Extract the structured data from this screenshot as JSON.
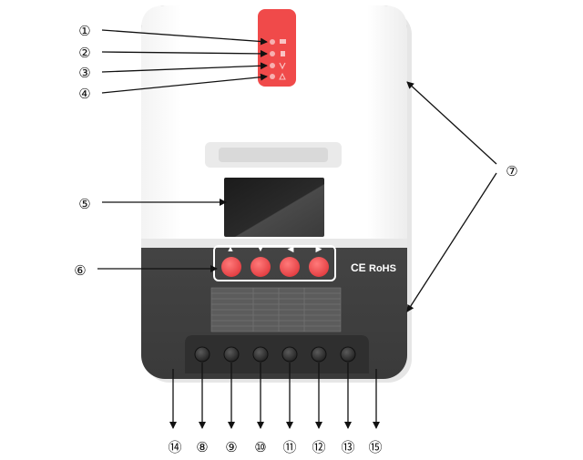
{
  "callouts": [
    {
      "id": "1",
      "label": "①"
    },
    {
      "id": "2",
      "label": "②"
    },
    {
      "id": "3",
      "label": "③"
    },
    {
      "id": "4",
      "label": "④"
    },
    {
      "id": "5",
      "label": "⑤"
    },
    {
      "id": "6",
      "label": "⑥"
    },
    {
      "id": "7",
      "label": "⑦"
    },
    {
      "id": "8",
      "label": "⑧"
    },
    {
      "id": "9",
      "label": "⑨"
    },
    {
      "id": "10",
      "label": "⑩"
    },
    {
      "id": "11",
      "label": "⑪"
    },
    {
      "id": "12",
      "label": "⑫"
    },
    {
      "id": "13",
      "label": "⑬"
    },
    {
      "id": "14",
      "label": "⑭"
    },
    {
      "id": "15",
      "label": "⑮"
    }
  ],
  "device": {
    "ce_mark": "CE",
    "rohs_mark": "RoHS",
    "button_arrows": [
      "▲",
      "▼",
      "◀",
      "▶"
    ],
    "colors": {
      "top_body": "#ffffff",
      "bottom_body": "#4a4a4a",
      "led_panel": "#f04a4a",
      "button_red": "#f0474a"
    }
  }
}
